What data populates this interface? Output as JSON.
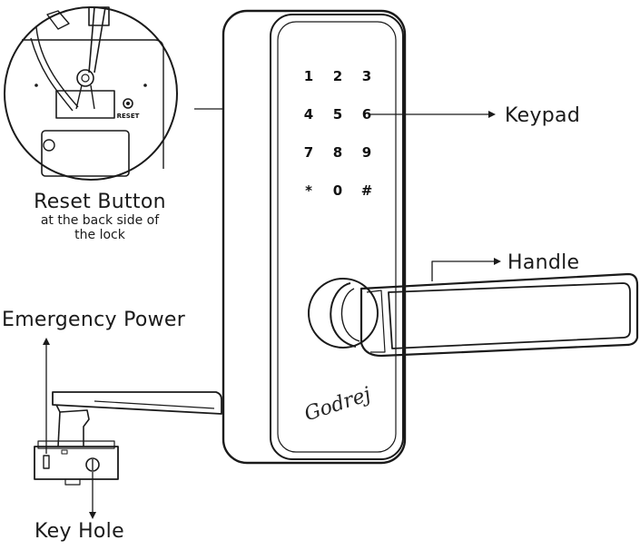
{
  "labels": {
    "keypad": "Keypad",
    "handle": "Handle",
    "reset_title": "Reset Button",
    "reset_sub_line1": "at the back side of",
    "reset_sub_line2": "the lock",
    "emergency_power": "Emergency Power",
    "key_hole": "Key Hole"
  },
  "keypad_keys": [
    "1",
    "2",
    "3",
    "4",
    "5",
    "6",
    "7",
    "8",
    "9",
    "*",
    "0",
    "#"
  ],
  "reset_tag": "RESET",
  "brand_logo": "Godrej",
  "colors": {
    "stroke": "#1a1a1a",
    "background": "#ffffff"
  }
}
